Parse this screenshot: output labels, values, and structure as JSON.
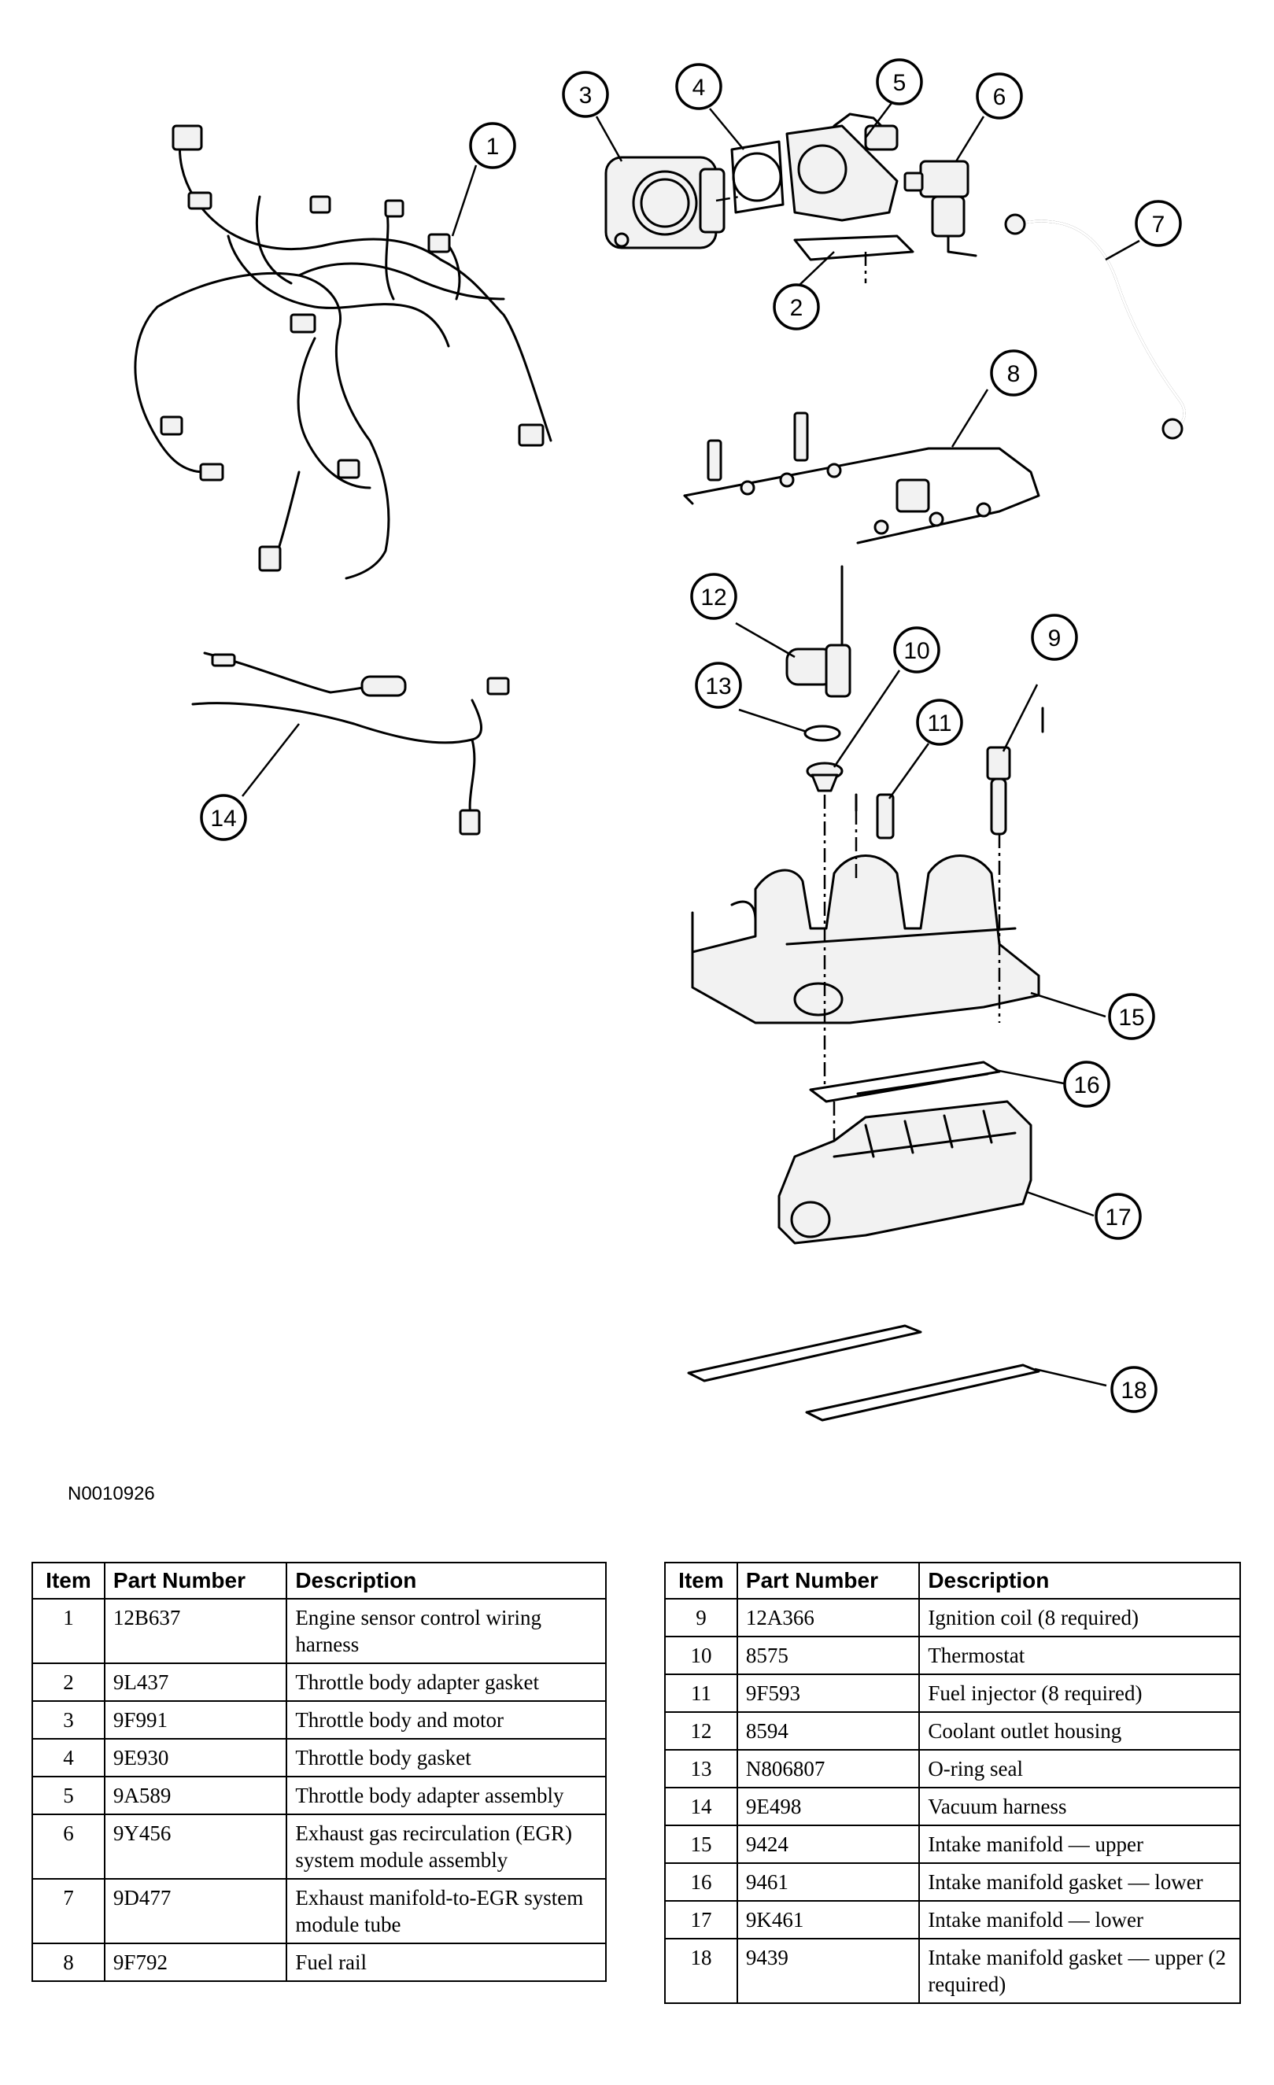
{
  "diagram_id": "N0010926",
  "callouts": [
    "1",
    "2",
    "3",
    "4",
    "5",
    "6",
    "7",
    "8",
    "9",
    "10",
    "11",
    "12",
    "13",
    "14",
    "15",
    "16",
    "17",
    "18"
  ],
  "table_headers": {
    "item": "Item",
    "part_number": "Part Number",
    "description": "Description"
  },
  "table_left": [
    {
      "item": "1",
      "part_number": "12B637",
      "description": "Engine sensor control wiring harness"
    },
    {
      "item": "2",
      "part_number": "9L437",
      "description": "Throttle body adapter gasket"
    },
    {
      "item": "3",
      "part_number": "9F991",
      "description": "Throttle body and motor"
    },
    {
      "item": "4",
      "part_number": "9E930",
      "description": "Throttle body gasket"
    },
    {
      "item": "5",
      "part_number": "9A589",
      "description": "Throttle body adapter assembly"
    },
    {
      "item": "6",
      "part_number": "9Y456",
      "description": "Exhaust gas recirculation (EGR) system module assembly"
    },
    {
      "item": "7",
      "part_number": "9D477",
      "description": "Exhaust manifold-to-EGR system module tube"
    },
    {
      "item": "8",
      "part_number": "9F792",
      "description": "Fuel rail"
    }
  ],
  "table_right": [
    {
      "item": "9",
      "part_number": "12A366",
      "description": "Ignition coil (8 required)"
    },
    {
      "item": "10",
      "part_number": "8575",
      "description": "Thermostat"
    },
    {
      "item": "11",
      "part_number": "9F593",
      "description": "Fuel injector (8 required)"
    },
    {
      "item": "12",
      "part_number": "8594",
      "description": "Coolant outlet housing"
    },
    {
      "item": "13",
      "part_number": "N806807",
      "description": "O-ring seal"
    },
    {
      "item": "14",
      "part_number": "9E498",
      "description": "Vacuum harness"
    },
    {
      "item": "15",
      "part_number": "9424",
      "description": "Intake manifold — upper"
    },
    {
      "item": "16",
      "part_number": "9461",
      "description": "Intake manifold gasket — lower"
    },
    {
      "item": "17",
      "part_number": "9K461",
      "description": "Intake manifold — lower"
    },
    {
      "item": "18",
      "part_number": "9439",
      "description": "Intake manifold gasket — upper (2 required)"
    }
  ]
}
